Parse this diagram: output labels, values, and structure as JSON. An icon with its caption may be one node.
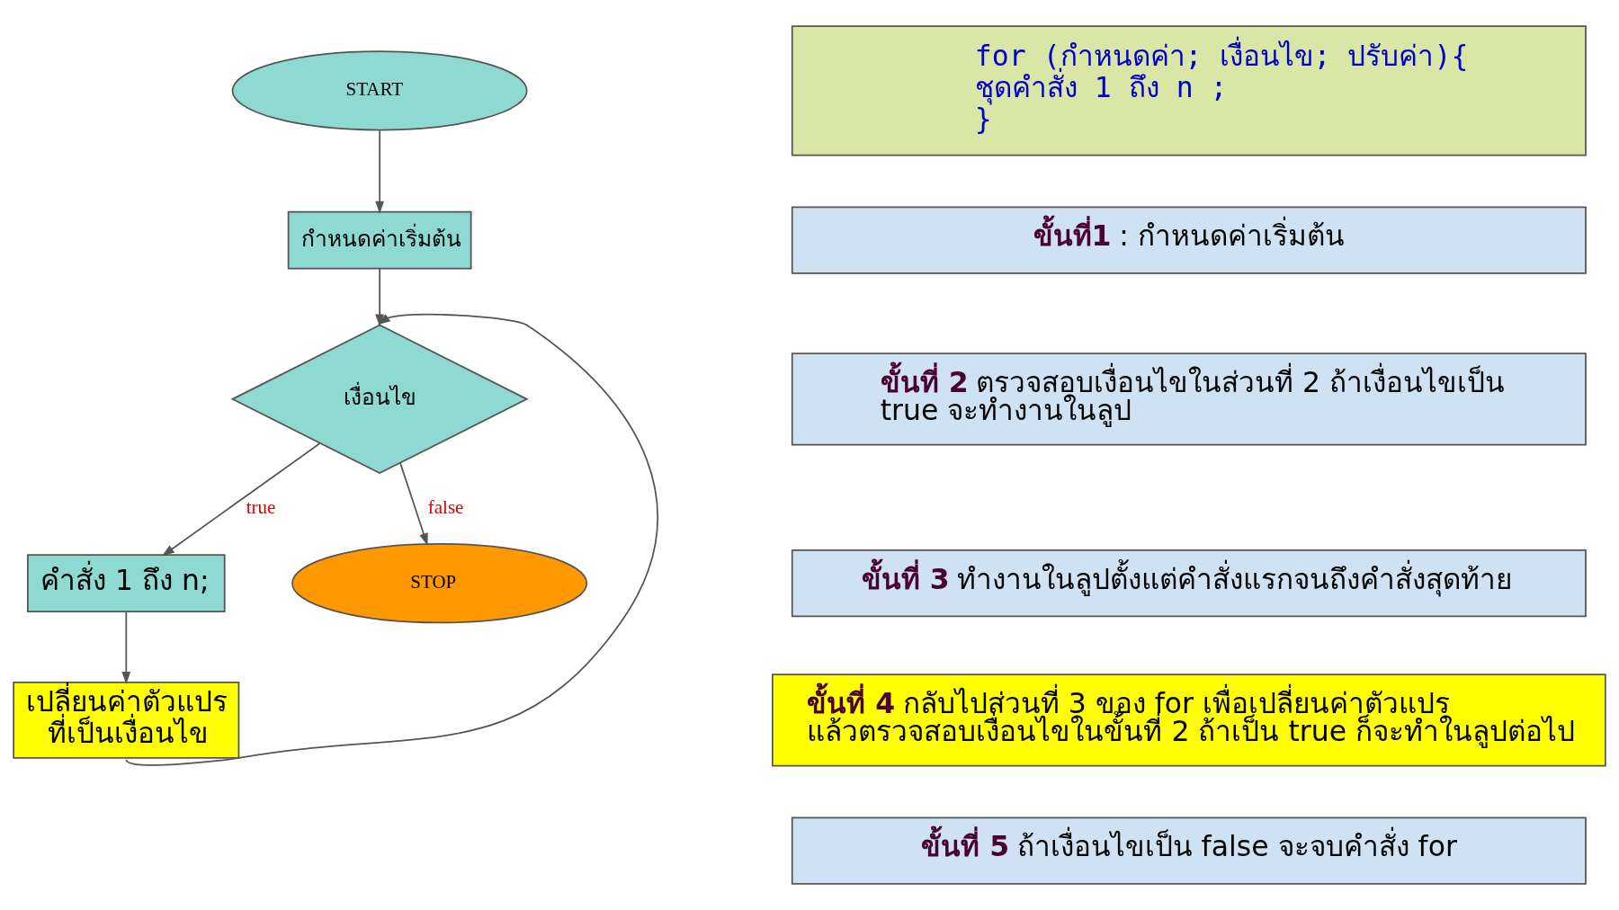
{
  "diagram": {
    "nodes": [
      {
        "text": [
          "START"
        ]
      },
      {
        "text": [
          "กำหนดค่าเริ่มต้น"
        ]
      },
      {
        "text": [
          "เงื่อนไข"
        ]
      },
      {
        "text": [
          "คำสั่ง 1 ถึง n;"
        ]
      },
      {
        "text": [
          "เปลี่ยนค่าตัวแปรที่เป็นเงื่อนไข"
        ]
      },
      {
        "text": [
          "STOP"
        ]
      },
      {
        "text": [
          "for (กำหนดค่า; เงื่อนไข; ปรับค่า){",
          "ชุดคำสั่ง 1 ถึง n ;",
          "}"
        ]
      },
      {
        "text": [
          "**ขั้นที่1** : กำหนดค่าเริ่มต้น"
        ]
      },
      {
        "text": [
          "**ขั้นที่ 2** ตรวจสอบเงื่อนไขในส่วนที่ 2 ถ้าเงื่อนไขเป็น true จะทำงานในลูป"
        ]
      },
      {
        "text": [
          "**ขั้นที่ 3** ทำงานในลูปตั้งแต่คำสั่งแรกจนถึงคำสั่งสุดท้าย"
        ]
      },
      {
        "text": [
          "**ขั้นที่ 4** กลับไปส่วนที่ 3 ของ for เพื่อเปลี่ยนค่าตัวแปร แล้วตรวจสอบเงื่อนไขในขั้นที่ 2 ถ้าเป็น true ก็จะทำในลูปต่อไป"
        ]
      },
      {
        "text": [
          "**ขั้นที่ 5** ถ้าเงื่อนไขเป็น false จะจบคำสั่ง for"
        ]
      }
    ],
    "edges": [
      {
        "from": 0,
        "to": 1,
        "arrow": "to"
      },
      {
        "from": 1,
        "to": 2,
        "arrow": "to"
      },
      {
        "from": 2,
        "to": 3,
        "label": "true",
        "arrow": "to"
      },
      {
        "from": 2,
        "to": 5,
        "label": "false",
        "arrow": "to"
      },
      {
        "from": 3,
        "to": 4,
        "arrow": "to"
      },
      {
        "from": 4,
        "to": 2,
        "arrow": "to"
      }
    ]
  }
}
